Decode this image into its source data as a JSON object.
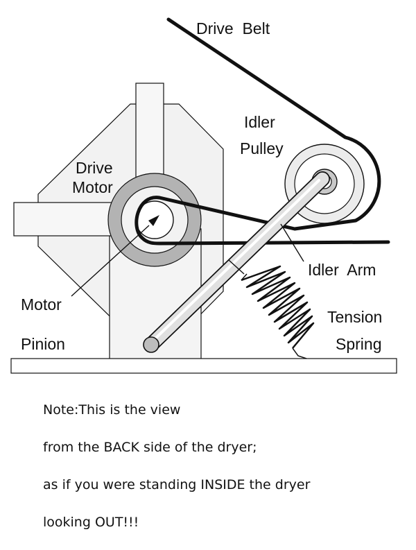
{
  "diagram": {
    "labels": {
      "drive_belt": "Drive  Belt",
      "idler_line1": "Idler",
      "idler_line2": "Pulley",
      "drive_line1": "Drive",
      "drive_line2": "Motor",
      "idler_arm": "Idler  Arm",
      "tension_line1": "Tension",
      "tension_line2": "Spring",
      "motor": "Motor",
      "pinion": "Pinion"
    },
    "colors": {
      "outline": "#111111",
      "housing_fill": "#f2f2f2",
      "motor_ring": "#b3b3b3",
      "pulley_fill": "#ececec",
      "arm_fill": "#e0e0e0",
      "belt": "#111111"
    }
  },
  "note": {
    "lines": [
      "Note:This is the view",
      "from the BACK side of the dryer;",
      "as if you were standing INSIDE the dryer",
      "looking OUT!!!"
    ]
  }
}
